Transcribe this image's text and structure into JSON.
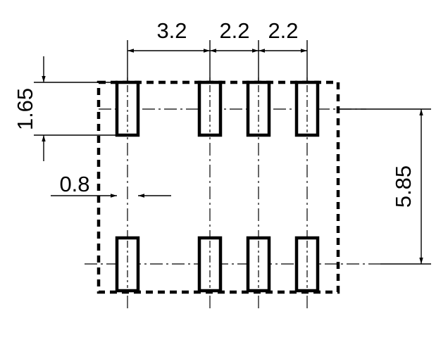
{
  "diagram": {
    "dimensions": {
      "pitch_first": "3.2",
      "pitch_second": "2.2",
      "pitch_third": "2.2",
      "pad_length": "1.65",
      "pad_width": "0.8",
      "row_spacing": "5.85"
    },
    "pads": {
      "columns": 4,
      "rows": 2,
      "count": 8
    },
    "colors": {
      "ink": "#000000",
      "background": "#ffffff"
    }
  }
}
